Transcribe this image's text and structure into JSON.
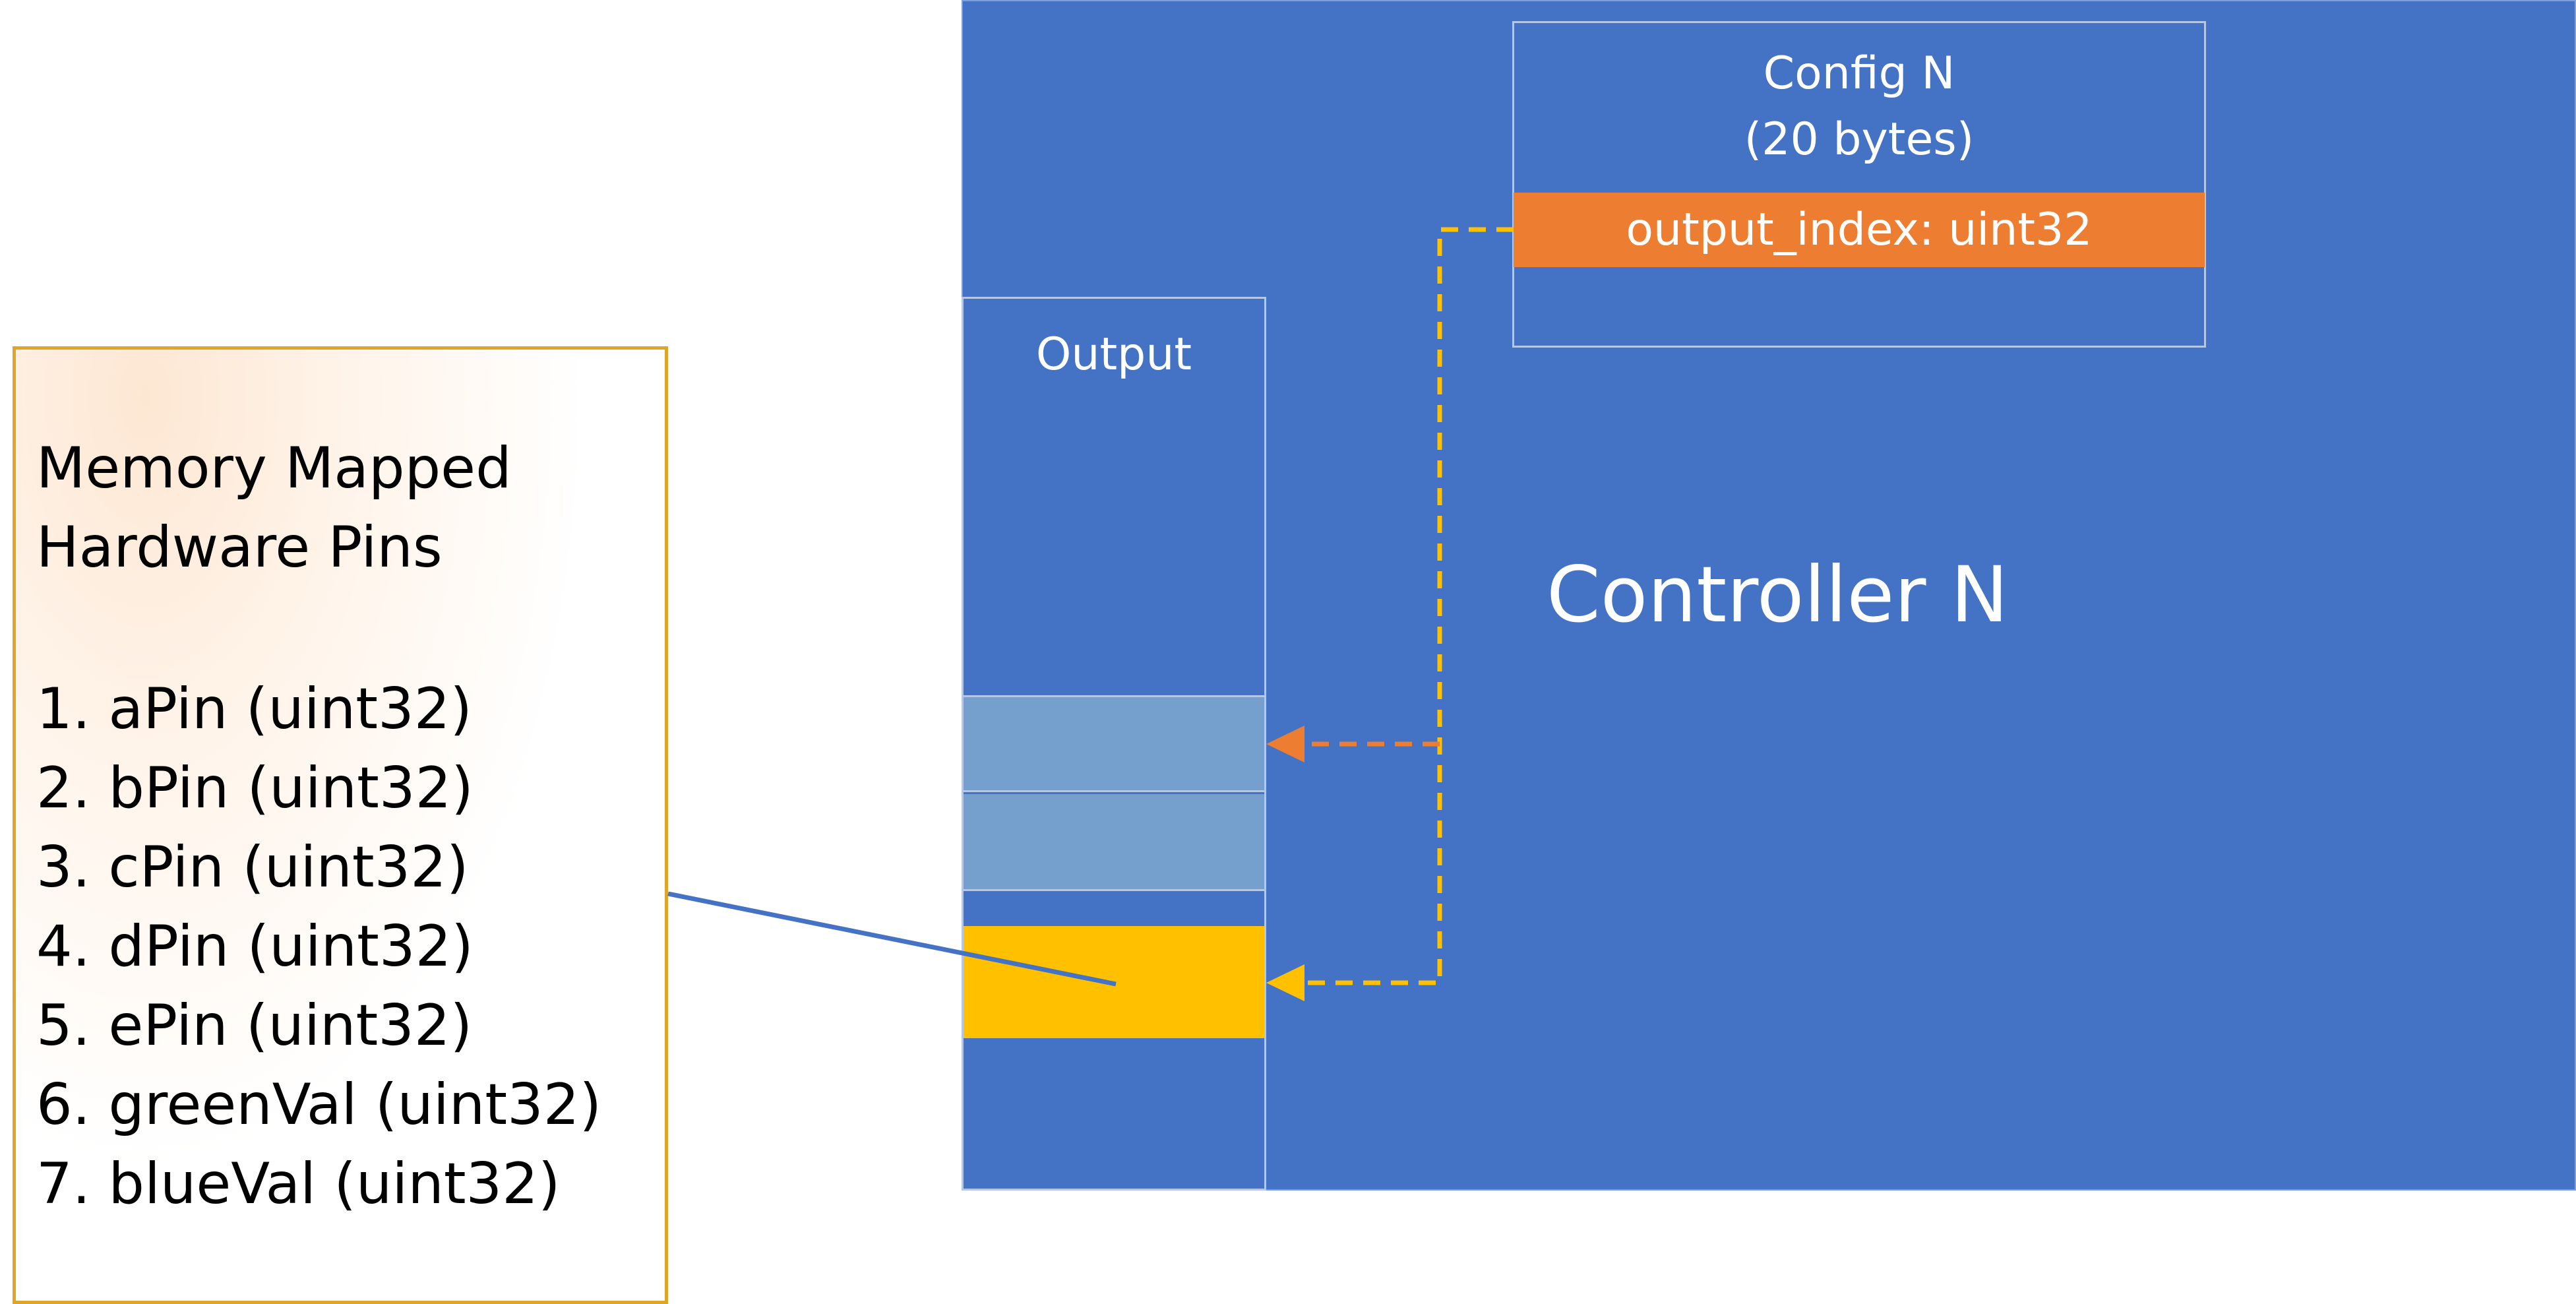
{
  "controller": {
    "label": "Controller N",
    "color": "#4472c4"
  },
  "config": {
    "title": "Config N\n(20 bytes)",
    "field": "output_index: uint32",
    "field_color": "#ed7d31"
  },
  "output": {
    "label": "Output",
    "slot_color": "#759fcd",
    "selected_color": "#ffc000"
  },
  "pins": {
    "title": "Memory Mapped\nHardware Pins",
    "items": [
      "1. aPin (uint32)",
      "2. bPin (uint32)",
      "3. cPin (uint32)",
      "4. dPin (uint32)",
      "5. ePin (uint32)",
      "6. greenVal (uint32)",
      "7. blueVal (uint32)"
    ],
    "border_color": "#e0a526"
  },
  "connectors": {
    "index_arrow_color": "#ed7d31",
    "pointer_arrow_color": "#ffc000",
    "link_line_color": "#4472c4"
  }
}
